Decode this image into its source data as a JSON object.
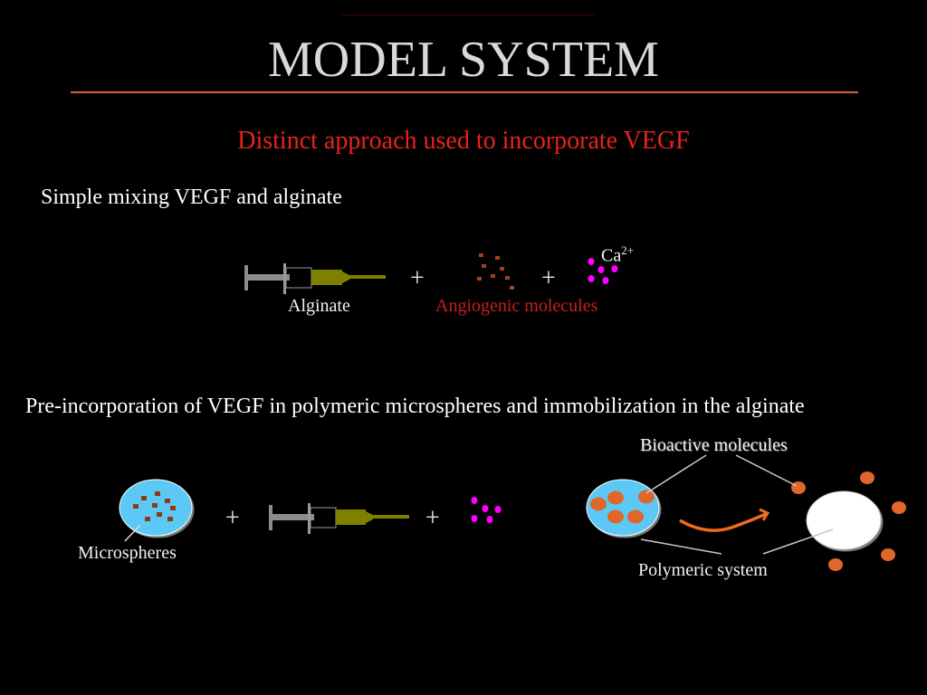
{
  "slide": {
    "title": "MODEL SYSTEM",
    "subtitle": "Distinct approach used to incorporate VEGF"
  },
  "section1": {
    "heading": "Simple mixing VEGF and alginate",
    "alginate_label": "Alginate",
    "angiogenic_label": "Angiogenic molecules",
    "calcium_label": "Ca",
    "calcium_charge": "2+",
    "plus_1": "+",
    "plus_2": "+"
  },
  "section2": {
    "heading": "Pre-incorporation of VEGF in polymeric microspheres and immobilization in the alginate",
    "microspheres_label": "Microspheres",
    "plus_1": "+",
    "plus_2": "+",
    "bioactive_label": "Bioactive molecules",
    "polymeric_label": "Polymeric system"
  },
  "colors": {
    "title_rule": "#e0622a",
    "subtitle": "#e8231c",
    "angiogenic": "#cc1d1d",
    "molecule": "#a0421c",
    "calcium": "#ff00ff",
    "microsphere": "#5cc8f5",
    "bioactive": "#e0662a",
    "syringe_barrel": "#808000",
    "arrow": "#f06a22"
  }
}
